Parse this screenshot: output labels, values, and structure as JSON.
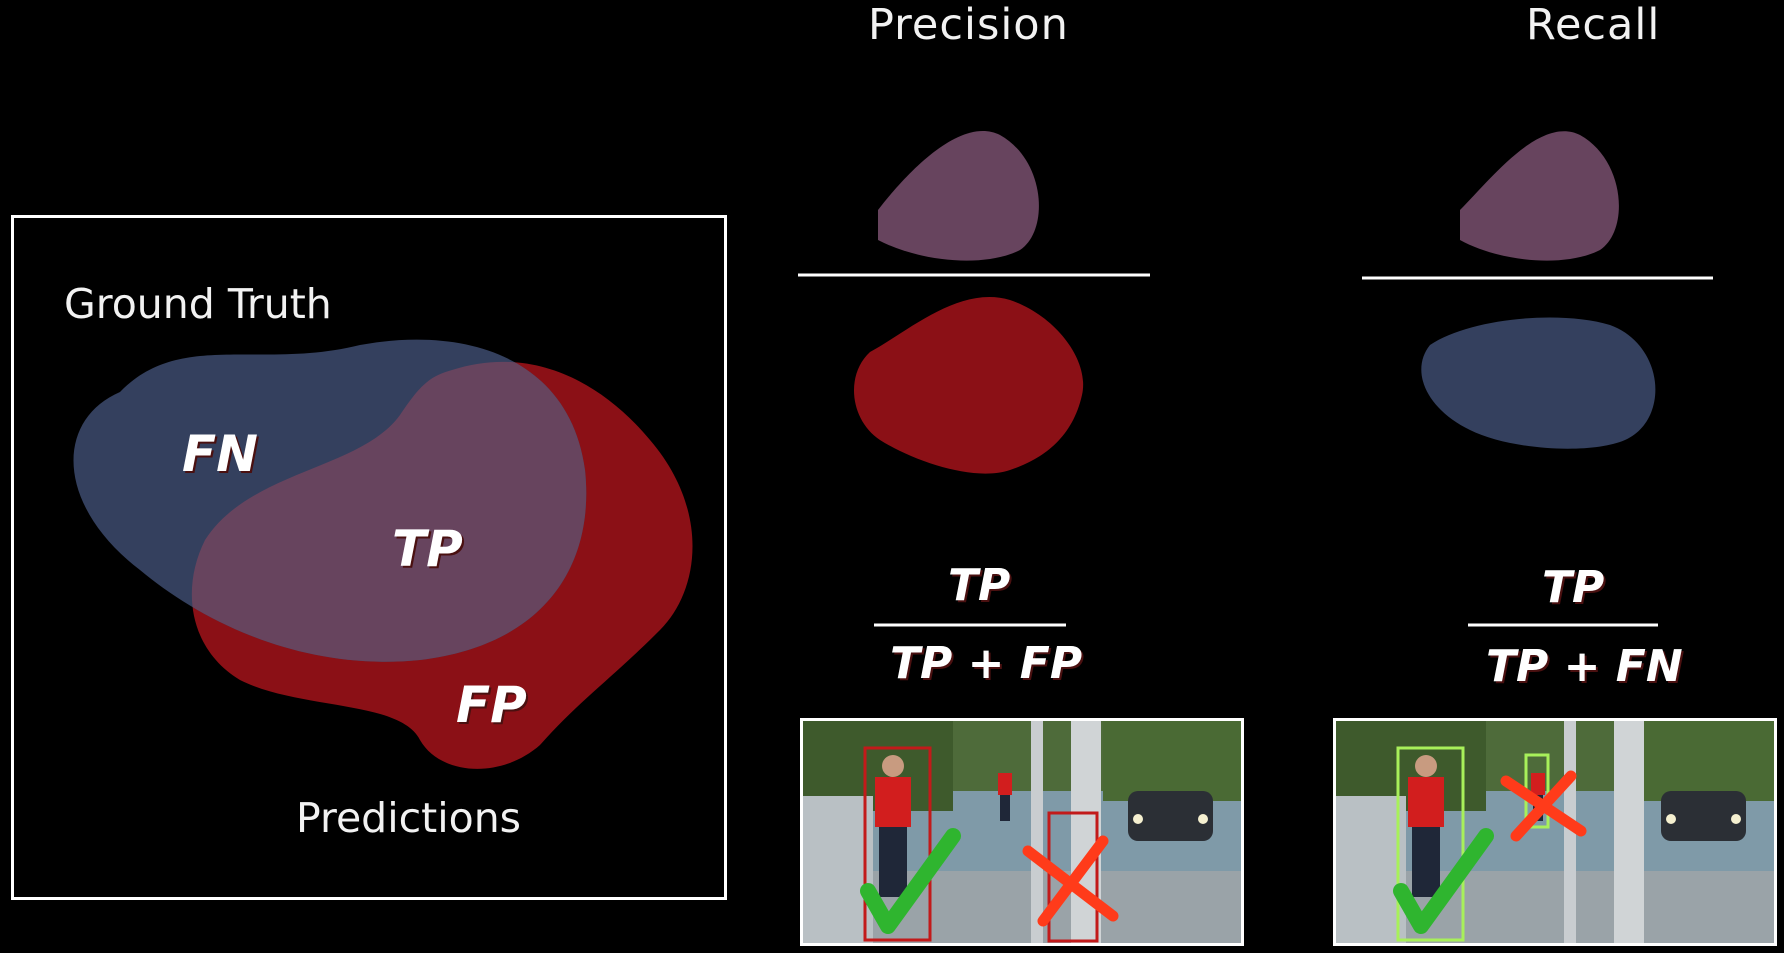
{
  "headings": {
    "precision": "Precision",
    "recall": "Recall"
  },
  "venn": {
    "ground_truth_label": "Ground Truth",
    "predictions_label": "Predictions",
    "fn": "FN",
    "tp": "TP",
    "fp": "FP",
    "colors": {
      "ground_truth": "#34405e",
      "prediction": "#8b1016",
      "overlap": "#67445e"
    }
  },
  "precision_formula": {
    "numerator": "TP",
    "denominator": "TP + FP"
  },
  "recall_formula": {
    "numerator": "TP",
    "denominator": "TP + FN"
  },
  "status_colors": {
    "correct": "#2fb52f",
    "wrong": "#ff3b1a",
    "precision_box": "#c21a1a",
    "recall_box": "#a8f05a"
  }
}
